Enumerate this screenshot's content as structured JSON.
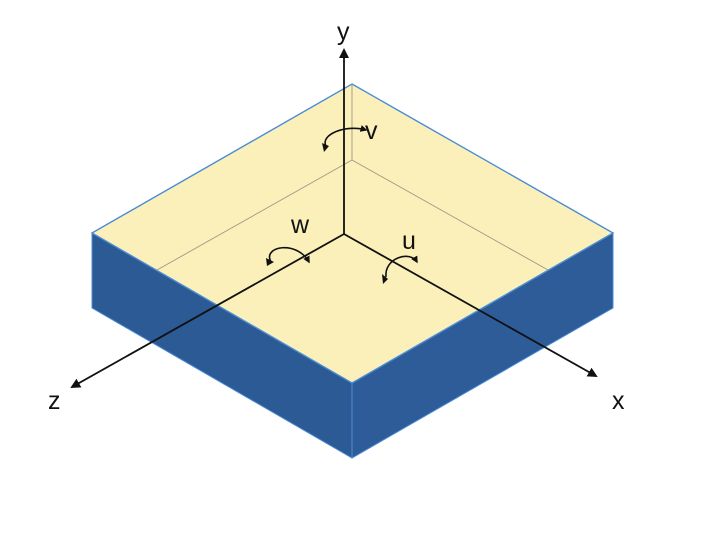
{
  "diagram": {
    "axes": {
      "x": "x",
      "y": "y",
      "z": "z"
    },
    "rotations": {
      "u": "u",
      "v": "v",
      "w": "w"
    },
    "colors": {
      "top_face": "#FBF0BA",
      "side_face_left": "#2C5A95",
      "side_face_right": "#2D5C99",
      "edge": "#4A8CD6",
      "inner_line": "#8C8C78",
      "axis": "#111111"
    }
  }
}
